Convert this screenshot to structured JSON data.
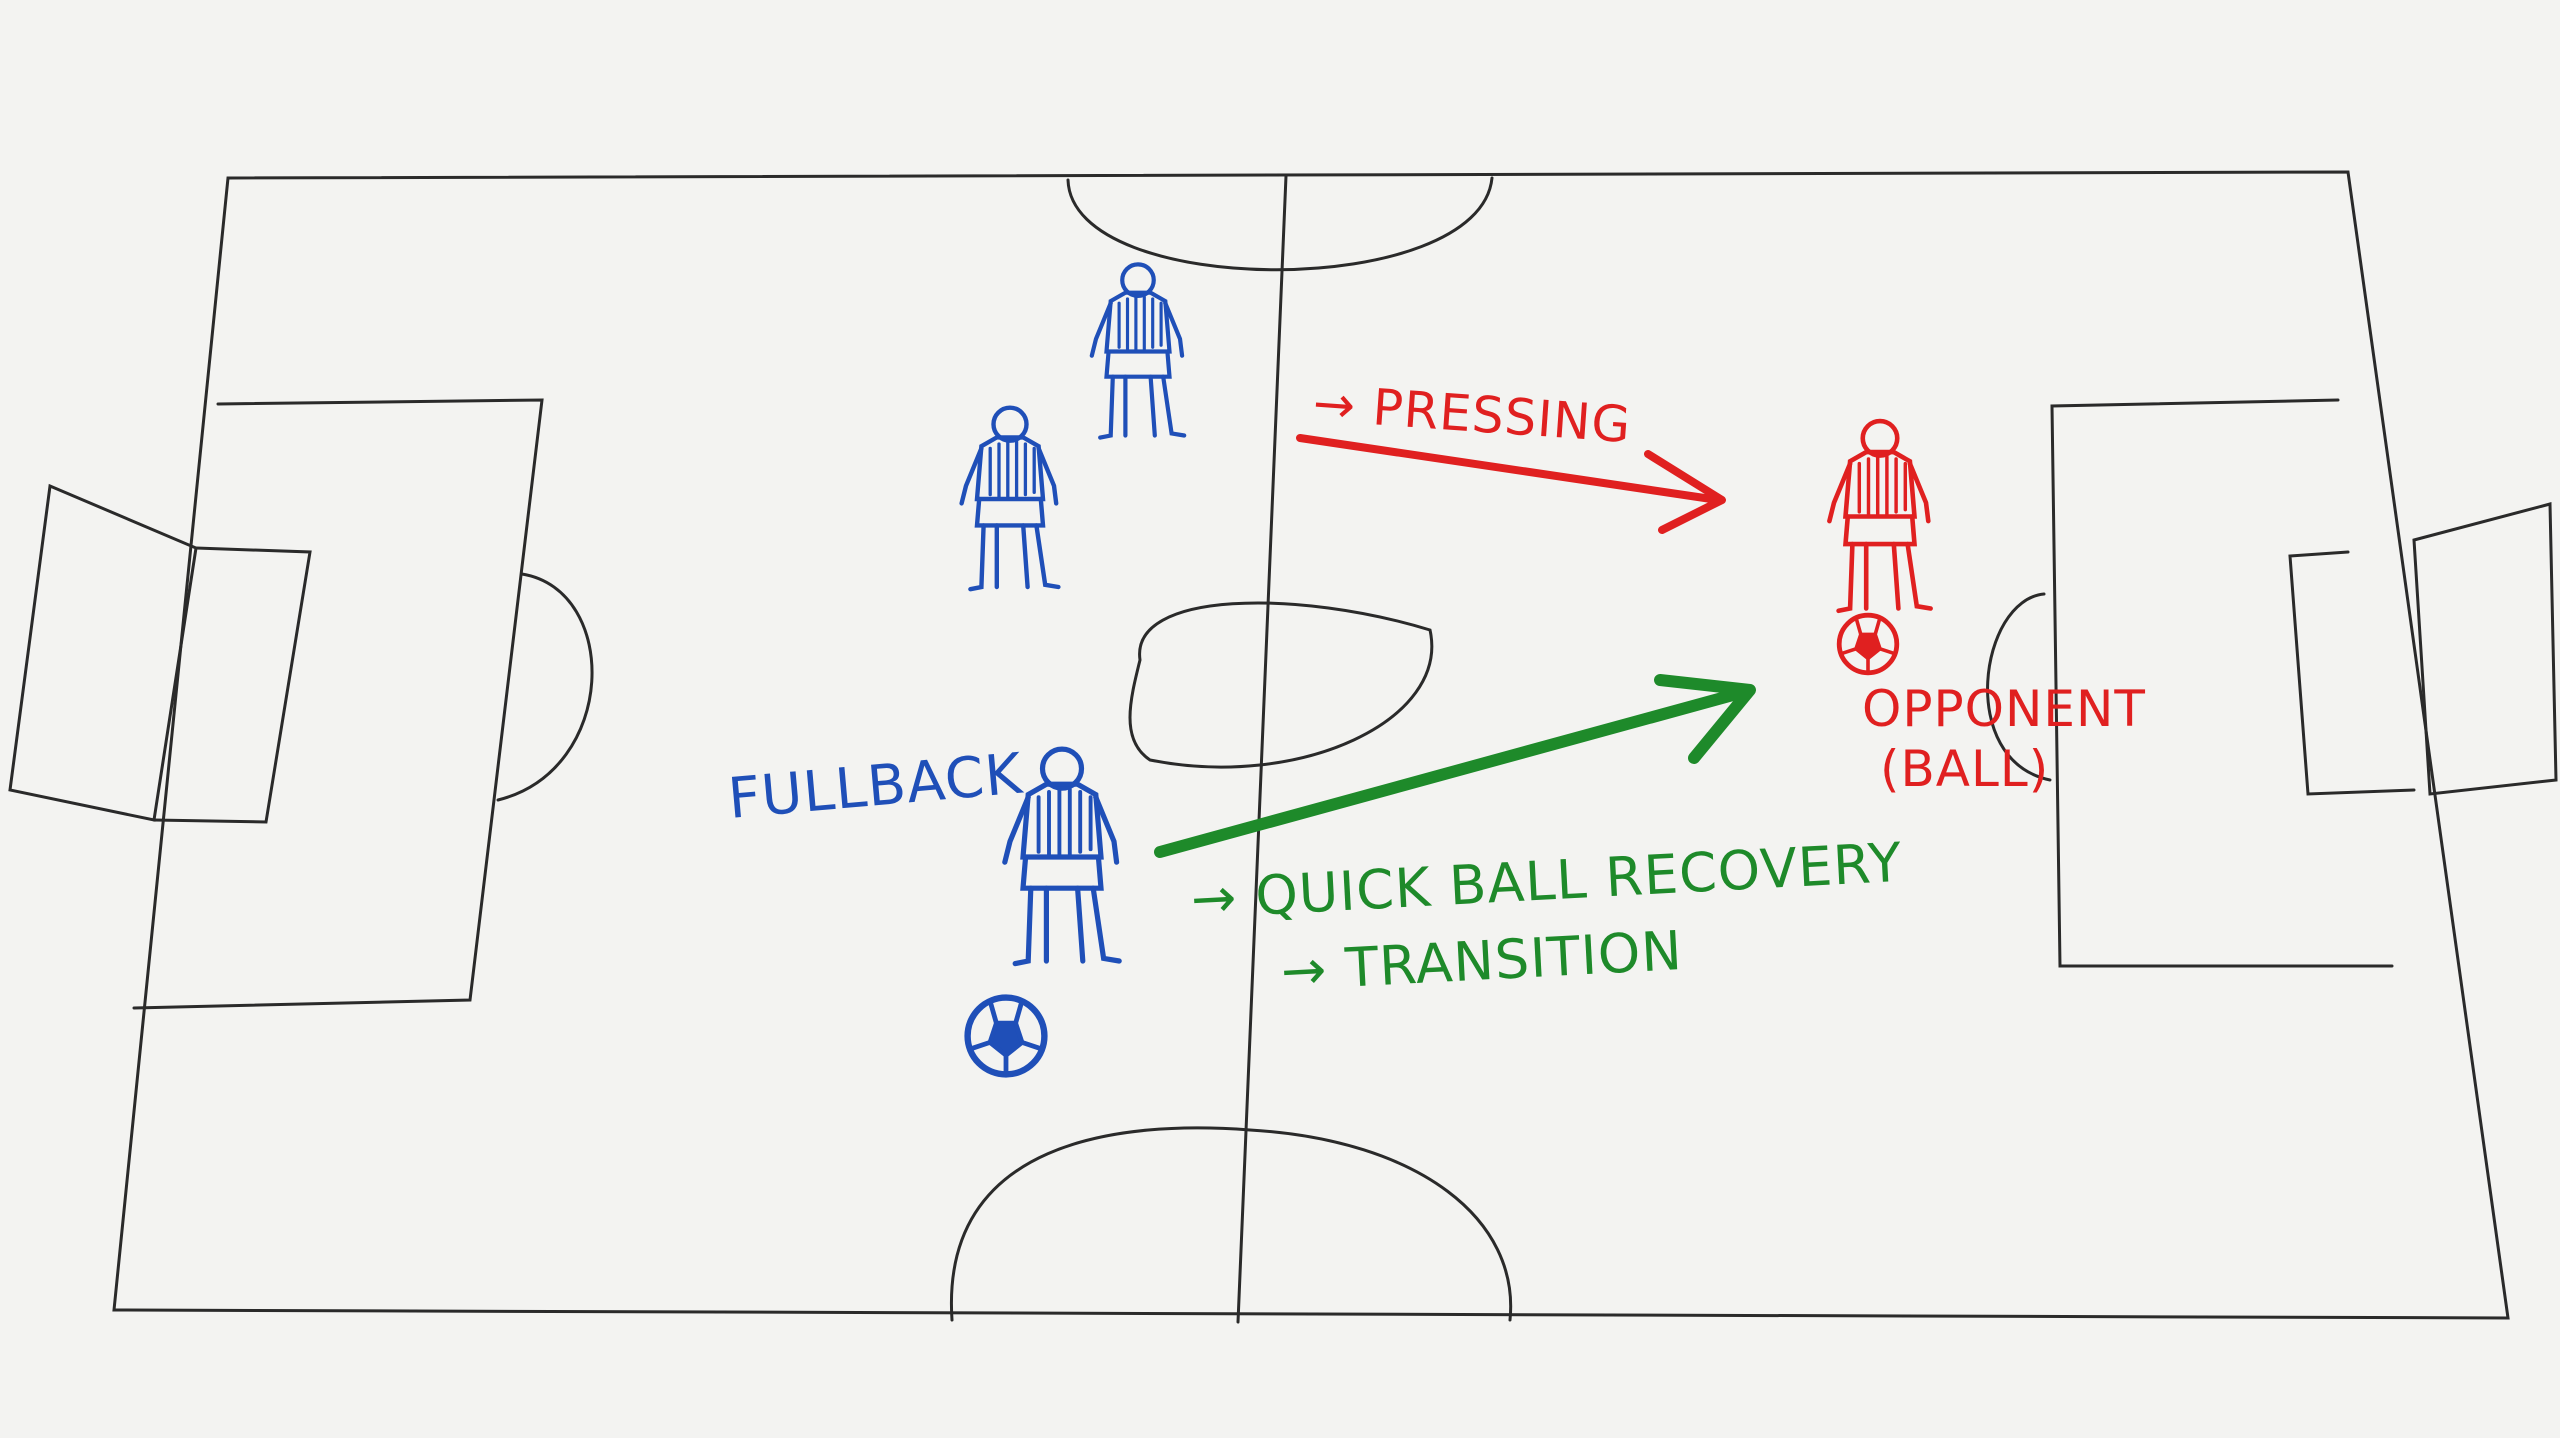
{
  "labels": {
    "pressing": "→ PRESSING",
    "fullback": "FULLBACK",
    "opponent_line1": "OPPONENT",
    "opponent_line2": "(BALL)",
    "recovery_line1": "→ QUICK BALL RECOVERY",
    "recovery_line2": "→ TRANSITION"
  },
  "colors": {
    "paper": "#f3f3f1",
    "pencil": "#2a2a2a",
    "blue": "#1f4fb8",
    "red": "#e02020",
    "green": "#1e8a2a"
  },
  "icons": {
    "player": "player-icon",
    "ball": "soccer-ball-icon"
  }
}
